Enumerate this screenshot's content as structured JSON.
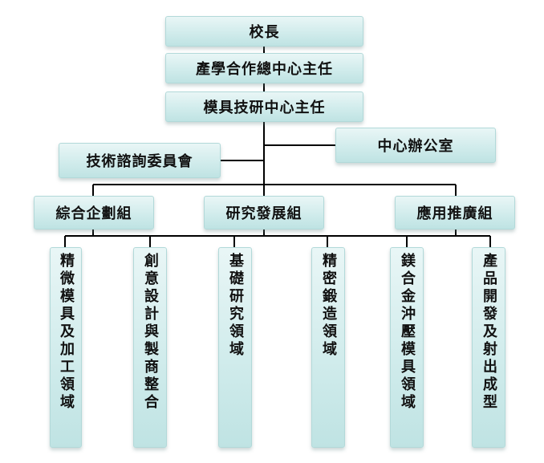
{
  "nodes": {
    "principal": "校長",
    "coop_director": "產學合作總中心主任",
    "mold_director": "模具技研中心主任",
    "office": "中心辦公室",
    "committee": "技術諮詢委員會",
    "planning_group": "綜合企劃組",
    "rd_group": "研究發展組",
    "promotion_group": "應用推廣組"
  },
  "domains": [
    "精微模具及加工領域",
    "創意設計與製商整合",
    "基礎研究領域",
    "精密鍛造領域",
    "鎂合金沖壓模具領域",
    "產品開發及射出成型"
  ],
  "colors": {
    "box_fill": "#d1ecec",
    "box_border": "#b2d9d9",
    "line": "#000000"
  }
}
